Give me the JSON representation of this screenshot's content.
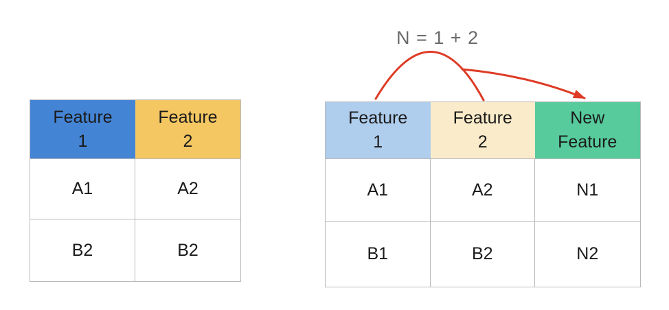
{
  "diagram": {
    "annotation": {
      "formula": "N = 1 + 2"
    },
    "original_table": {
      "headers": [
        {
          "line1": "Feature",
          "line2": "1",
          "color": "#4484d5"
        },
        {
          "line1": "Feature",
          "line2": "2",
          "color": "#f4c763"
        }
      ],
      "rows": [
        [
          "A1",
          "A2"
        ],
        [
          "B2",
          "B2"
        ]
      ]
    },
    "engineered_table": {
      "headers": [
        {
          "line1": "Feature",
          "line2": "1",
          "color": "#afcdec"
        },
        {
          "line1": "Feature",
          "line2": "2",
          "color": "#faebca"
        },
        {
          "line1": "New",
          "line2": "Feature",
          "color": "#57cb9b"
        }
      ],
      "rows": [
        [
          "A1",
          "A2",
          "N1"
        ],
        [
          "B1",
          "B2",
          "N2"
        ]
      ]
    },
    "colors": {
      "arrow": "#de3b26",
      "formula_text": "#6a6a6a",
      "cell_border": "#b9b9b9",
      "cell_text": "#1b1b1b"
    }
  }
}
